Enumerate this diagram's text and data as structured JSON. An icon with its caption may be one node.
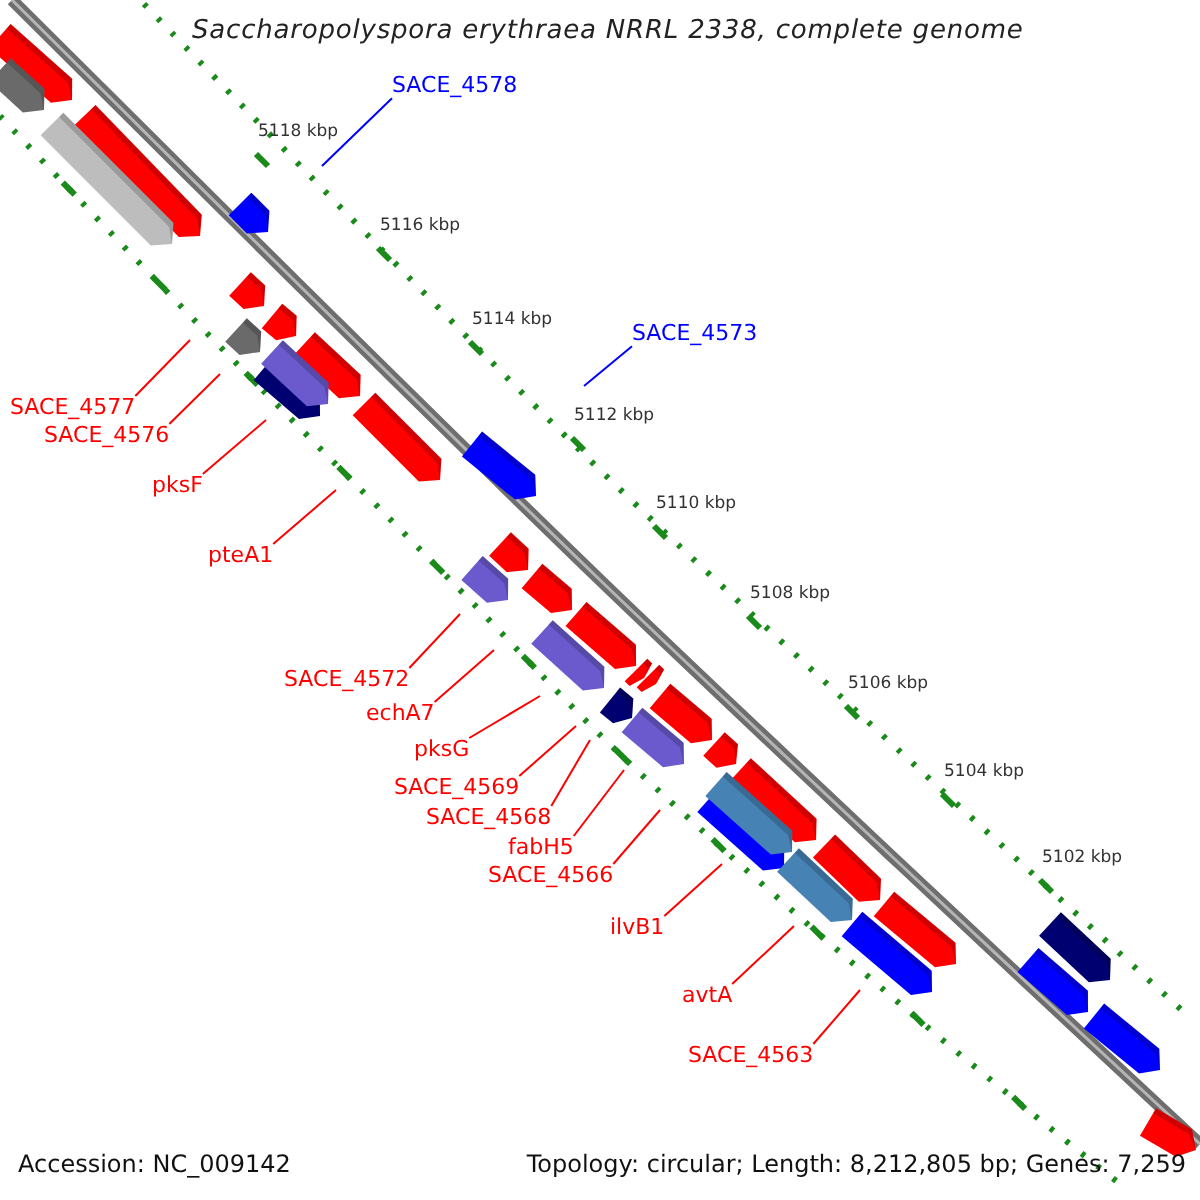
{
  "diagram": {
    "title": "Saccharopolyspora erythraea NRRL 2338, complete genome",
    "nodes": [
      {
        "text": [
          "SACE_4578"
        ]
      },
      {
        "text": [
          "SACE_4573"
        ]
      },
      {
        "text": [
          "SACE_4577"
        ]
      },
      {
        "text": [
          "SACE_4576"
        ]
      },
      {
        "text": [
          "pksF"
        ]
      },
      {
        "text": [
          "pteA1"
        ]
      },
      {
        "text": [
          "SACE_4572"
        ]
      },
      {
        "text": [
          "echA7"
        ]
      },
      {
        "text": [
          "pksG"
        ]
      },
      {
        "text": [
          "SACE_4569"
        ]
      },
      {
        "text": [
          "SACE_4568"
        ]
      },
      {
        "text": [
          "fabH5"
        ]
      },
      {
        "text": [
          "SACE_4566"
        ]
      },
      {
        "text": [
          "ilvB1"
        ]
      },
      {
        "text": [
          "avtA"
        ]
      },
      {
        "text": [
          "SACE_4563"
        ]
      }
    ],
    "edges": [
      {
        "from": 0,
        "to": null,
        "arrow": "none",
        "color": "#0000ff"
      },
      {
        "from": 1,
        "to": null,
        "arrow": "none",
        "color": "#0000ff"
      },
      {
        "from": 2,
        "to": null,
        "arrow": "none"
      },
      {
        "from": 3,
        "to": null,
        "arrow": "none"
      },
      {
        "from": 4,
        "to": null,
        "arrow": "none"
      },
      {
        "from": 5,
        "to": null,
        "arrow": "none"
      },
      {
        "from": 6,
        "to": null,
        "arrow": "none"
      },
      {
        "from": 7,
        "to": null,
        "arrow": "none"
      },
      {
        "from": 8,
        "to": null,
        "arrow": "none"
      },
      {
        "from": 9,
        "to": null,
        "arrow": "none"
      },
      {
        "from": 10,
        "to": null,
        "arrow": "none"
      },
      {
        "from": 11,
        "to": null,
        "arrow": "none"
      },
      {
        "from": 12,
        "to": null,
        "arrow": "none"
      },
      {
        "from": 13,
        "to": null,
        "arrow": "none"
      },
      {
        "from": 14,
        "to": null,
        "arrow": "none"
      },
      {
        "from": 15,
        "to": null,
        "arrow": "none"
      }
    ],
    "labels": [
      "5118 kbp",
      "5116 kbp",
      "5114 kbp",
      "5112 kbp",
      "5110 kbp",
      "5108 kbp",
      "5106 kbp",
      "5104 kbp",
      "5102 kbp",
      "Accession: NC_009142",
      "Topology: circular; Length: 8,212,805 bp; Genes: 7,259"
    ]
  }
}
